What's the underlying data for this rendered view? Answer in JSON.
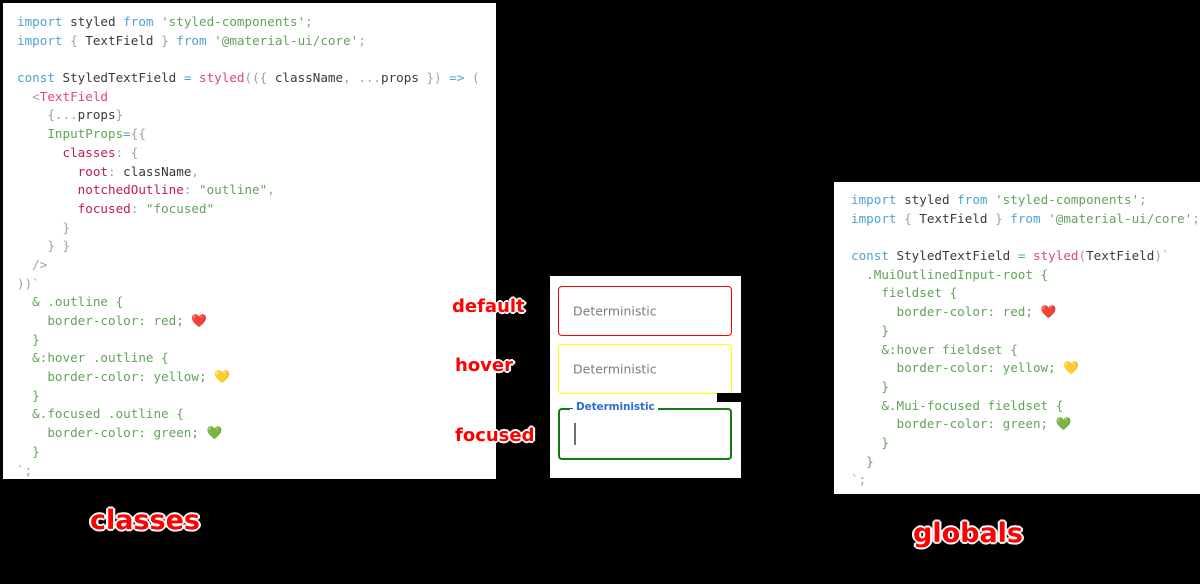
{
  "left_panel": {
    "name": "classes",
    "caption": "classes",
    "code_lines": [
      [
        {
          "t": "kw",
          "s": "import"
        },
        {
          "t": "plain",
          "s": " styled "
        },
        {
          "t": "kw",
          "s": "from"
        },
        {
          "t": "str",
          "s": " 'styled-components'"
        },
        {
          "t": "punct",
          "s": ";"
        }
      ],
      [
        {
          "t": "kw",
          "s": "import"
        },
        {
          "t": "punct",
          "s": " { "
        },
        {
          "t": "plain",
          "s": "TextField"
        },
        {
          "t": "punct",
          "s": " } "
        },
        {
          "t": "kw",
          "s": "from"
        },
        {
          "t": "str",
          "s": " '@material-ui/core'"
        },
        {
          "t": "punct",
          "s": ";"
        }
      ],
      [],
      [
        {
          "t": "kw",
          "s": "const"
        },
        {
          "t": "plain",
          "s": " StyledTextField "
        },
        {
          "t": "op",
          "s": "="
        },
        {
          "t": "fn",
          "s": " styled"
        },
        {
          "t": "punct",
          "s": "(({ "
        },
        {
          "t": "plain",
          "s": "className"
        },
        {
          "t": "punct",
          "s": ", "
        },
        {
          "t": "punct",
          "s": "..."
        },
        {
          "t": "plain",
          "s": "props"
        },
        {
          "t": "punct",
          "s": " }) "
        },
        {
          "t": "op",
          "s": "=>"
        },
        {
          "t": "punct",
          "s": " ("
        }
      ],
      [
        {
          "t": "punct",
          "s": "  <"
        },
        {
          "t": "tag",
          "s": "TextField"
        }
      ],
      [
        {
          "t": "punct",
          "s": "    {..."
        },
        {
          "t": "plain",
          "s": "props"
        },
        {
          "t": "punct",
          "s": "}"
        }
      ],
      [
        {
          "t": "attr",
          "s": "    InputProps"
        },
        {
          "t": "op",
          "s": "="
        },
        {
          "t": "punct",
          "s": "{{"
        }
      ],
      [
        {
          "t": "prop",
          "s": "      classes"
        },
        {
          "t": "punct",
          "s": ": {"
        }
      ],
      [
        {
          "t": "prop",
          "s": "        root"
        },
        {
          "t": "punct",
          "s": ": "
        },
        {
          "t": "plain",
          "s": "className"
        },
        {
          "t": "punct",
          "s": ","
        }
      ],
      [
        {
          "t": "prop",
          "s": "        notchedOutline"
        },
        {
          "t": "punct",
          "s": ": "
        },
        {
          "t": "str",
          "s": "\"outline\""
        },
        {
          "t": "punct",
          "s": ","
        }
      ],
      [
        {
          "t": "prop",
          "s": "        focused"
        },
        {
          "t": "punct",
          "s": ": "
        },
        {
          "t": "str",
          "s": "\"focused\""
        }
      ],
      [
        {
          "t": "punct",
          "s": "      }"
        }
      ],
      [
        {
          "t": "punct",
          "s": "    } }"
        }
      ],
      [
        {
          "t": "punct",
          "s": "  />"
        }
      ],
      [
        {
          "t": "punct",
          "s": "))`"
        }
      ],
      [
        {
          "t": "green",
          "s": "  & .outline {"
        }
      ],
      [
        {
          "t": "green",
          "s": "    border-color: red; "
        },
        {
          "t": "emoji",
          "s": "❤️"
        }
      ],
      [
        {
          "t": "green",
          "s": "  }"
        }
      ],
      [
        {
          "t": "green",
          "s": "  &:hover .outline {"
        }
      ],
      [
        {
          "t": "green",
          "s": "    border-color: yellow; "
        },
        {
          "t": "emoji",
          "s": "💛"
        }
      ],
      [
        {
          "t": "green",
          "s": "  }"
        }
      ],
      [
        {
          "t": "green",
          "s": "  &.focused .outline {"
        }
      ],
      [
        {
          "t": "green",
          "s": "    border-color: green; "
        },
        {
          "t": "emoji",
          "s": "💚"
        }
      ],
      [
        {
          "t": "green",
          "s": "  }"
        }
      ],
      [
        {
          "t": "punct",
          "s": "`;"
        }
      ]
    ]
  },
  "right_panel": {
    "name": "globals",
    "caption": "globals",
    "code_lines": [
      [
        {
          "t": "kw",
          "s": "import"
        },
        {
          "t": "plain",
          "s": " styled "
        },
        {
          "t": "kw",
          "s": "from"
        },
        {
          "t": "str",
          "s": " 'styled-components'"
        },
        {
          "t": "punct",
          "s": ";"
        }
      ],
      [
        {
          "t": "kw",
          "s": "import"
        },
        {
          "t": "punct",
          "s": " { "
        },
        {
          "t": "plain",
          "s": "TextField"
        },
        {
          "t": "punct",
          "s": " } "
        },
        {
          "t": "kw",
          "s": "from"
        },
        {
          "t": "str",
          "s": " '@material-ui/core'"
        },
        {
          "t": "punct",
          "s": ";"
        }
      ],
      [],
      [
        {
          "t": "kw",
          "s": "const"
        },
        {
          "t": "plain",
          "s": " StyledTextField "
        },
        {
          "t": "op",
          "s": "="
        },
        {
          "t": "fn",
          "s": " styled"
        },
        {
          "t": "punct",
          "s": "("
        },
        {
          "t": "plain",
          "s": "TextField"
        },
        {
          "t": "punct",
          "s": ")`"
        }
      ],
      [
        {
          "t": "green",
          "s": "  .MuiOutlinedInput-root {"
        }
      ],
      [
        {
          "t": "green",
          "s": "    fieldset {"
        }
      ],
      [
        {
          "t": "green",
          "s": "      border-color: red; "
        },
        {
          "t": "emoji",
          "s": "❤️"
        }
      ],
      [
        {
          "t": "green",
          "s": "    }"
        }
      ],
      [
        {
          "t": "green",
          "s": "    &:hover fieldset {"
        }
      ],
      [
        {
          "t": "green",
          "s": "      border-color: yellow; "
        },
        {
          "t": "emoji",
          "s": "💛"
        }
      ],
      [
        {
          "t": "green",
          "s": "    }"
        }
      ],
      [
        {
          "t": "green",
          "s": "    &.Mui-focused fieldset {"
        }
      ],
      [
        {
          "t": "green",
          "s": "      border-color: green; "
        },
        {
          "t": "emoji",
          "s": "💚"
        }
      ],
      [
        {
          "t": "green",
          "s": "    }"
        }
      ],
      [
        {
          "t": "green",
          "s": "  }"
        }
      ],
      [
        {
          "t": "punct",
          "s": "`;"
        }
      ]
    ]
  },
  "preview": {
    "fields": [
      {
        "state": "default",
        "value": "Deterministic",
        "border_color": "#ff0000"
      },
      {
        "state": "hover",
        "value": "Deterministic",
        "border_color": "#ffff00"
      },
      {
        "state": "focused",
        "label": "Deterministic",
        "value": "",
        "border_color": "#117a11",
        "label_color": "#2f6fd0"
      }
    ]
  },
  "annotations": {
    "default": "default",
    "hover": "hover",
    "focused": "focused"
  }
}
